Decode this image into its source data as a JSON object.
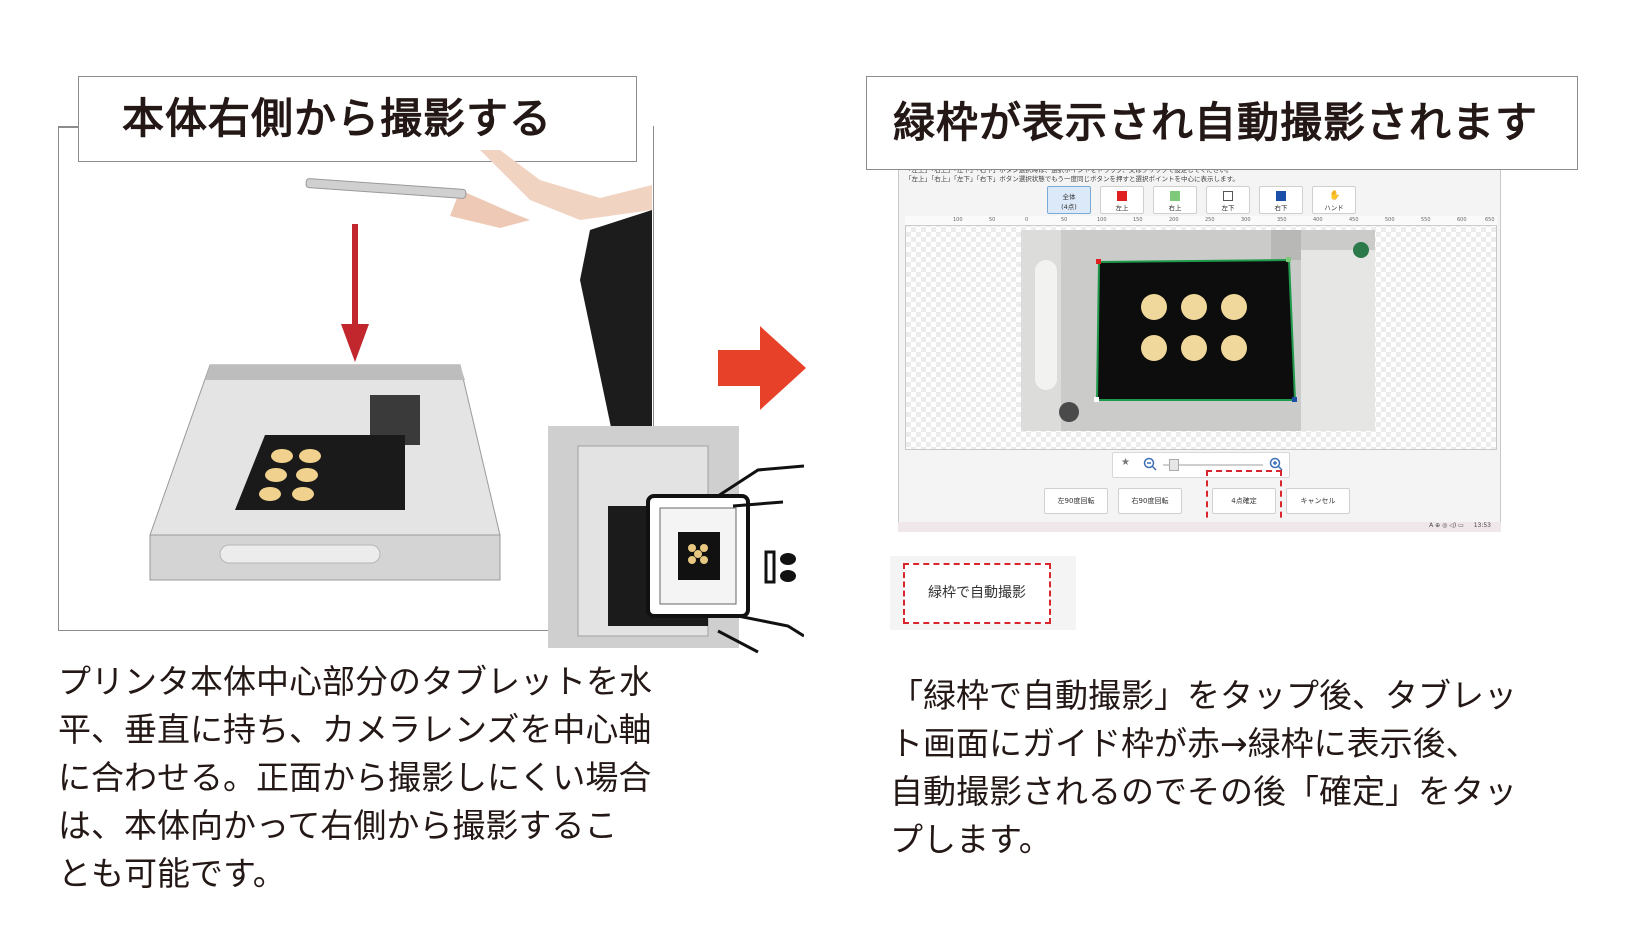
{
  "left": {
    "heading": "本体右側から撮影する",
    "description": "プリンタ本体中心部分のタブレットを水\n平、垂直に持ち、カメラレンズを中心軸\nに合わせる。正面から撮影しにくい場合\nは、本体向かって右側から撮影するこ\nとも可能です。"
  },
  "right": {
    "heading": "緑枠が表示され自動撮影されます",
    "description": "「緑枠で自動撮影」をタップ後、タブレッ\nト画面にガイド枠が赤→緑枠に表示後、\n自動撮影されるのでその後「確定」をタッ\nプします。"
  },
  "app": {
    "info": "「左上」「右上」「左下」「右下」ボタン選択時は、選択ポイントをドラッグ、又はクリックで設定してください。\n「左上」「右上」「左下」「右下」ボタン選択状態でもう一度同じボタンを押すと選択ポイントを中心に表示します。",
    "tools": [
      {
        "label": "全体\n(4点)",
        "color": "",
        "active": true
      },
      {
        "label": "左上",
        "color": "#e02020",
        "active": false
      },
      {
        "label": "右上",
        "color": "#7fc97a",
        "active": false
      },
      {
        "label": "左下",
        "color": "#ffffff",
        "active": false
      },
      {
        "label": "右下",
        "color": "#1c4fa8",
        "active": false
      },
      {
        "label": "ハンド",
        "color": "",
        "active": false
      }
    ],
    "ruler_ticks": [
      "100",
      "50",
      "0",
      "50",
      "100",
      "150",
      "200",
      "250",
      "300",
      "350",
      "400",
      "450",
      "500",
      "550",
      "600",
      "650"
    ],
    "bottom_buttons": [
      "左90度回転",
      "右90度回転",
      "4点確定",
      "キャンセル"
    ],
    "taskbar_time": "13:53",
    "taskbar_icons": "A  ⊕ ◎ ◁) ▭"
  },
  "callout": {
    "button": "緑枠で自動撮影"
  },
  "colors": {
    "accent_red": "#d9262c",
    "arrow_red": "#e8412a",
    "guide_green": "#1e9a4a",
    "text": "#231815"
  },
  "icons": [
    "down-arrow-icon",
    "right-arrow-icon",
    "star-icon",
    "zoom-out-icon",
    "zoom-in-icon",
    "hand-icon",
    "tablet-hands-icon",
    "footprints-icon"
  ]
}
